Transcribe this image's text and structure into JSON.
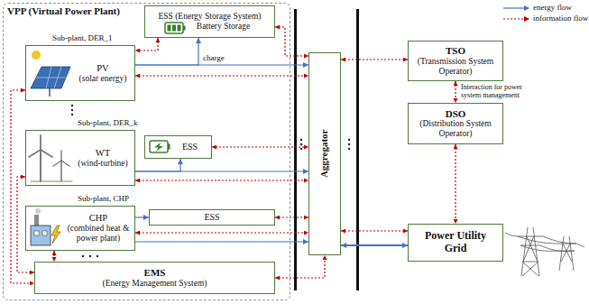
{
  "diagram": {
    "nodes": [
      {
        "text": [
          "VPP (Virtual Power Plant)"
        ]
      },
      {
        "text": [
          "ESS (Energy Storage System)",
          "Battery Storage"
        ],
        "in": 0
      },
      {
        "text": [
          "PV",
          "(solar energy)"
        ],
        "in": 0
      },
      {
        "text": [
          "ESS"
        ],
        "in": 0
      },
      {
        "text": [
          "WT",
          "(wind-turbine)"
        ],
        "in": 0
      },
      {
        "text": [
          "CHP",
          "(combined heat & power plant)"
        ],
        "in": 0
      },
      {
        "text": [
          "ESS"
        ],
        "in": 0
      },
      {
        "text": [
          "EMS",
          "(Energy Management System)"
        ],
        "in": 0
      },
      {
        "text": [
          "Aggregator"
        ]
      },
      {
        "text": [
          "TSO",
          "(Transmission System Operator)"
        ]
      },
      {
        "text": [
          "DSO",
          "(Distribution System Operator)"
        ]
      },
      {
        "text": [
          "Power Utility Grid"
        ]
      }
    ],
    "edges": [
      {
        "from": 2,
        "to": 1,
        "arrow": "to",
        "label": "charge"
      },
      {
        "from": 2,
        "to": 8,
        "arrow": "to"
      },
      {
        "from": 1,
        "to": 2,
        "arrow": "both"
      },
      {
        "from": 1,
        "to": 8,
        "arrow": "both"
      },
      {
        "from": 2,
        "to": 8,
        "arrow": "both"
      },
      {
        "from": 4,
        "to": 3,
        "arrow": "to"
      },
      {
        "from": 4,
        "to": 8,
        "arrow": "to"
      },
      {
        "from": 3,
        "to": 8,
        "arrow": "both"
      },
      {
        "from": 4,
        "to": 8,
        "arrow": "both"
      },
      {
        "from": 5,
        "to": 6,
        "arrow": "to"
      },
      {
        "from": 6,
        "to": 8,
        "arrow": "both"
      },
      {
        "from": 5,
        "to": 8,
        "arrow": "to"
      },
      {
        "from": 5,
        "to": 8,
        "arrow": "both"
      },
      {
        "from": 7,
        "to": 8,
        "arrow": "both"
      },
      {
        "from": 2,
        "to": 7,
        "arrow": "both"
      },
      {
        "from": 4,
        "to": 7,
        "arrow": "both"
      },
      {
        "from": 5,
        "to": 7,
        "arrow": "both"
      },
      {
        "from": 8,
        "to": 9,
        "arrow": "both"
      },
      {
        "from": 9,
        "to": 10,
        "arrow": "both"
      },
      {
        "from": 10,
        "to": 11,
        "arrow": "both"
      },
      {
        "from": 8,
        "to": 11,
        "arrow": "both"
      },
      {
        "from": 8,
        "to": 11,
        "arrow": "both"
      }
    ],
    "labels": [
      "Sub-plant, DER_1",
      "Sub-plant, DER_k",
      "Sub-plant, CHP",
      "Interaction for power system management"
    ],
    "legend": [
      {
        "text": "energy flow"
      },
      {
        "text": "information flow"
      }
    ]
  }
}
